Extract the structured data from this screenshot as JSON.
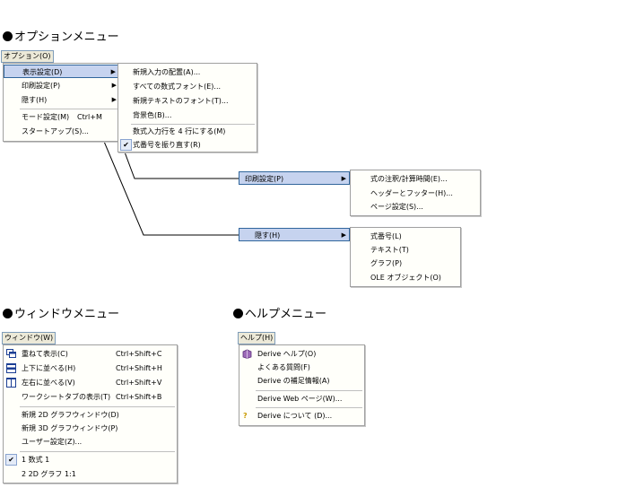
{
  "sections": {
    "options_title": "オプションメニュー",
    "window_title": "ウィンドウメニュー",
    "help_title": "ヘルプメニュー"
  },
  "options": {
    "menubar_label": "オプション(O)",
    "items": [
      {
        "label": "表示設定(D)",
        "has_submenu": true
      },
      {
        "label": "印刷設定(P)",
        "has_submenu": true
      },
      {
        "label": "隠す(H)",
        "has_submenu": true
      },
      {
        "label": "モード設定(M)",
        "shortcut": "Ctrl+M"
      },
      {
        "label": "スタートアップ(S)..."
      }
    ],
    "display_submenu": [
      {
        "label": "新規入力の配置(A)..."
      },
      {
        "label": "すべての数式フォント(E)..."
      },
      {
        "label": "新規テキストのフォント(T)..."
      },
      {
        "label": "背景色(B)..."
      },
      {
        "label": "数式入力行を 4 行にする(M)"
      },
      {
        "label": "式番号を振り直す(R)",
        "checked": true
      }
    ],
    "print_parent": "印刷設定(P)",
    "print_submenu": [
      {
        "label": "式の注釈/計算時間(E)..."
      },
      {
        "label": "ヘッダーとフッター(H)..."
      },
      {
        "label": "ページ設定(S)..."
      }
    ],
    "hide_parent": "隠す(H)",
    "hide_submenu": [
      {
        "label": "式番号(L)"
      },
      {
        "label": "テキスト(T)"
      },
      {
        "label": "グラフ(P)"
      },
      {
        "label": "OLE オブジェクト(O)"
      }
    ]
  },
  "window": {
    "menubar_label": "ウィンドウ(W)",
    "items": [
      {
        "label": "重ねて表示(C)",
        "shortcut": "Ctrl+Shift+C",
        "icon": "cascade-icon"
      },
      {
        "label": "上下に並べる(H)",
        "shortcut": "Ctrl+Shift+H",
        "icon": "tile-horizontal-icon"
      },
      {
        "label": "左右に並べる(V)",
        "shortcut": "Ctrl+Shift+V",
        "icon": "tile-vertical-icon"
      },
      {
        "label": "ワークシートタブの表示(T)",
        "shortcut": "Ctrl+Shift+B"
      },
      {
        "label": "新規 2D グラフウィンドウ(D)"
      },
      {
        "label": "新規 3D グラフウィンドウ(P)"
      },
      {
        "label": "ユーザー設定(Z)..."
      },
      {
        "label": "1 数式 1",
        "checked": true
      },
      {
        "label": "2 2D グラフ 1:1"
      }
    ]
  },
  "help": {
    "menubar_label": "ヘルプ(H)",
    "items": [
      {
        "label": "Derive ヘルプ(O)",
        "icon": "help-book-icon"
      },
      {
        "label": "よくある質問(F)"
      },
      {
        "label": "Derive の補足情報(A)"
      },
      {
        "label": "Derive Web ページ(W)..."
      },
      {
        "label": "Derive について (D)...",
        "icon": "question-mark-icon"
      }
    ]
  },
  "colors": {
    "highlight_bg": "#c6d3ef",
    "highlight_border": "#31669c",
    "menu_bg": "#fffffa",
    "menubar_bg": "#ece9d8"
  }
}
